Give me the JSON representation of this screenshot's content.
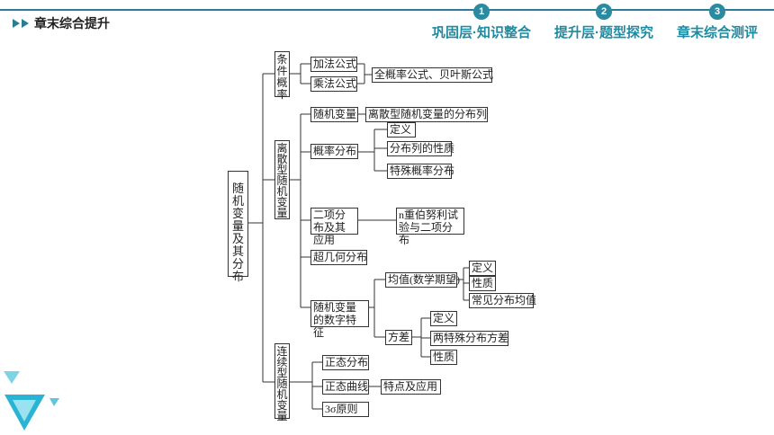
{
  "header": {
    "chapter_title": "章末综合提升",
    "tabs": [
      {
        "num": "1",
        "label": "巩固层·知识整合"
      },
      {
        "num": "2",
        "label": "提升层·题型探究"
      },
      {
        "num": "3",
        "label": "章末综合测评"
      }
    ]
  },
  "diagram": {
    "root": "随机变量及其分布",
    "branch_conditional": "条件概率",
    "add_formula": "加法公式",
    "mul_formula": "乘法公式",
    "total_bayes": "全概率公式、贝叶斯公式",
    "branch_discrete": "离散型随机变量",
    "random_var": "随机变量",
    "discrete_dist": "离散型随机变量的分布列",
    "prob_dist": "概率分布",
    "definition": "定义",
    "dist_props": "分布列的性质",
    "special_dist": "特殊概率分布",
    "binomial_apps": "二项分布及其应用",
    "bernoulli": "n重伯努利试验与二项分布",
    "hypergeo": "超几何分布",
    "numeric_features": "随机变量的数字特征",
    "mean": "均值(数学期望)",
    "mean_def": "定义",
    "mean_props": "性质",
    "common_means": "常见分布均值",
    "variance": "方差",
    "var_def": "定义",
    "two_var": "两特殊分布方差",
    "var_props": "性质",
    "branch_continuous": "连续型随机变量",
    "normal_dist": "正态分布",
    "normal_curve": "正态曲线",
    "curve_apps": "特点及应用",
    "three_sigma": "3σ原则"
  }
}
